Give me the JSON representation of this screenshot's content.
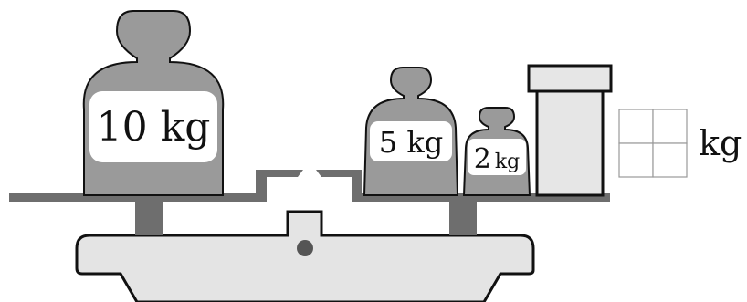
{
  "weights": {
    "large": {
      "label": "10 kg"
    },
    "medium": {
      "label": "5 kg"
    },
    "small": {
      "number": "2",
      "unit": "kg"
    }
  },
  "answer": {
    "unit_label": "kg"
  },
  "colors": {
    "scale_body": "#e4e4e4",
    "weight_fill": "#9a9a9a",
    "beam": "#6e6e6e",
    "outline": "#111111",
    "label_bg": "#ffffff",
    "box_fill": "#e6e6e6"
  }
}
